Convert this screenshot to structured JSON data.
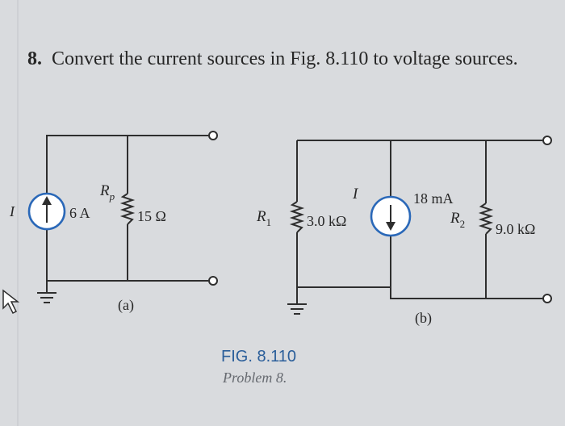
{
  "problem": {
    "number": "8.",
    "text": "Convert the current sources in Fig. 8.110 to voltage sources."
  },
  "circuit_a": {
    "side_label": "I",
    "current": "6 A",
    "resistor_name": "R",
    "resistor_sub": "p",
    "resistance": "15 Ω",
    "sub_label": "(a)"
  },
  "circuit_b": {
    "r1_name": "R",
    "r1_sub": "1",
    "r1_value": "3.0 kΩ",
    "current_name": "I",
    "current_value": "18 mA",
    "r2_name": "R",
    "r2_sub": "2",
    "r2_value": "9.0 kΩ",
    "sub_label": "(b)"
  },
  "caption": {
    "title": "FIG. 8.110",
    "subtitle": "Problem 8."
  },
  "colors": {
    "source_outline": "#2a68b8",
    "caption_title": "#2a5e9a",
    "wire": "#2e2e2e"
  }
}
